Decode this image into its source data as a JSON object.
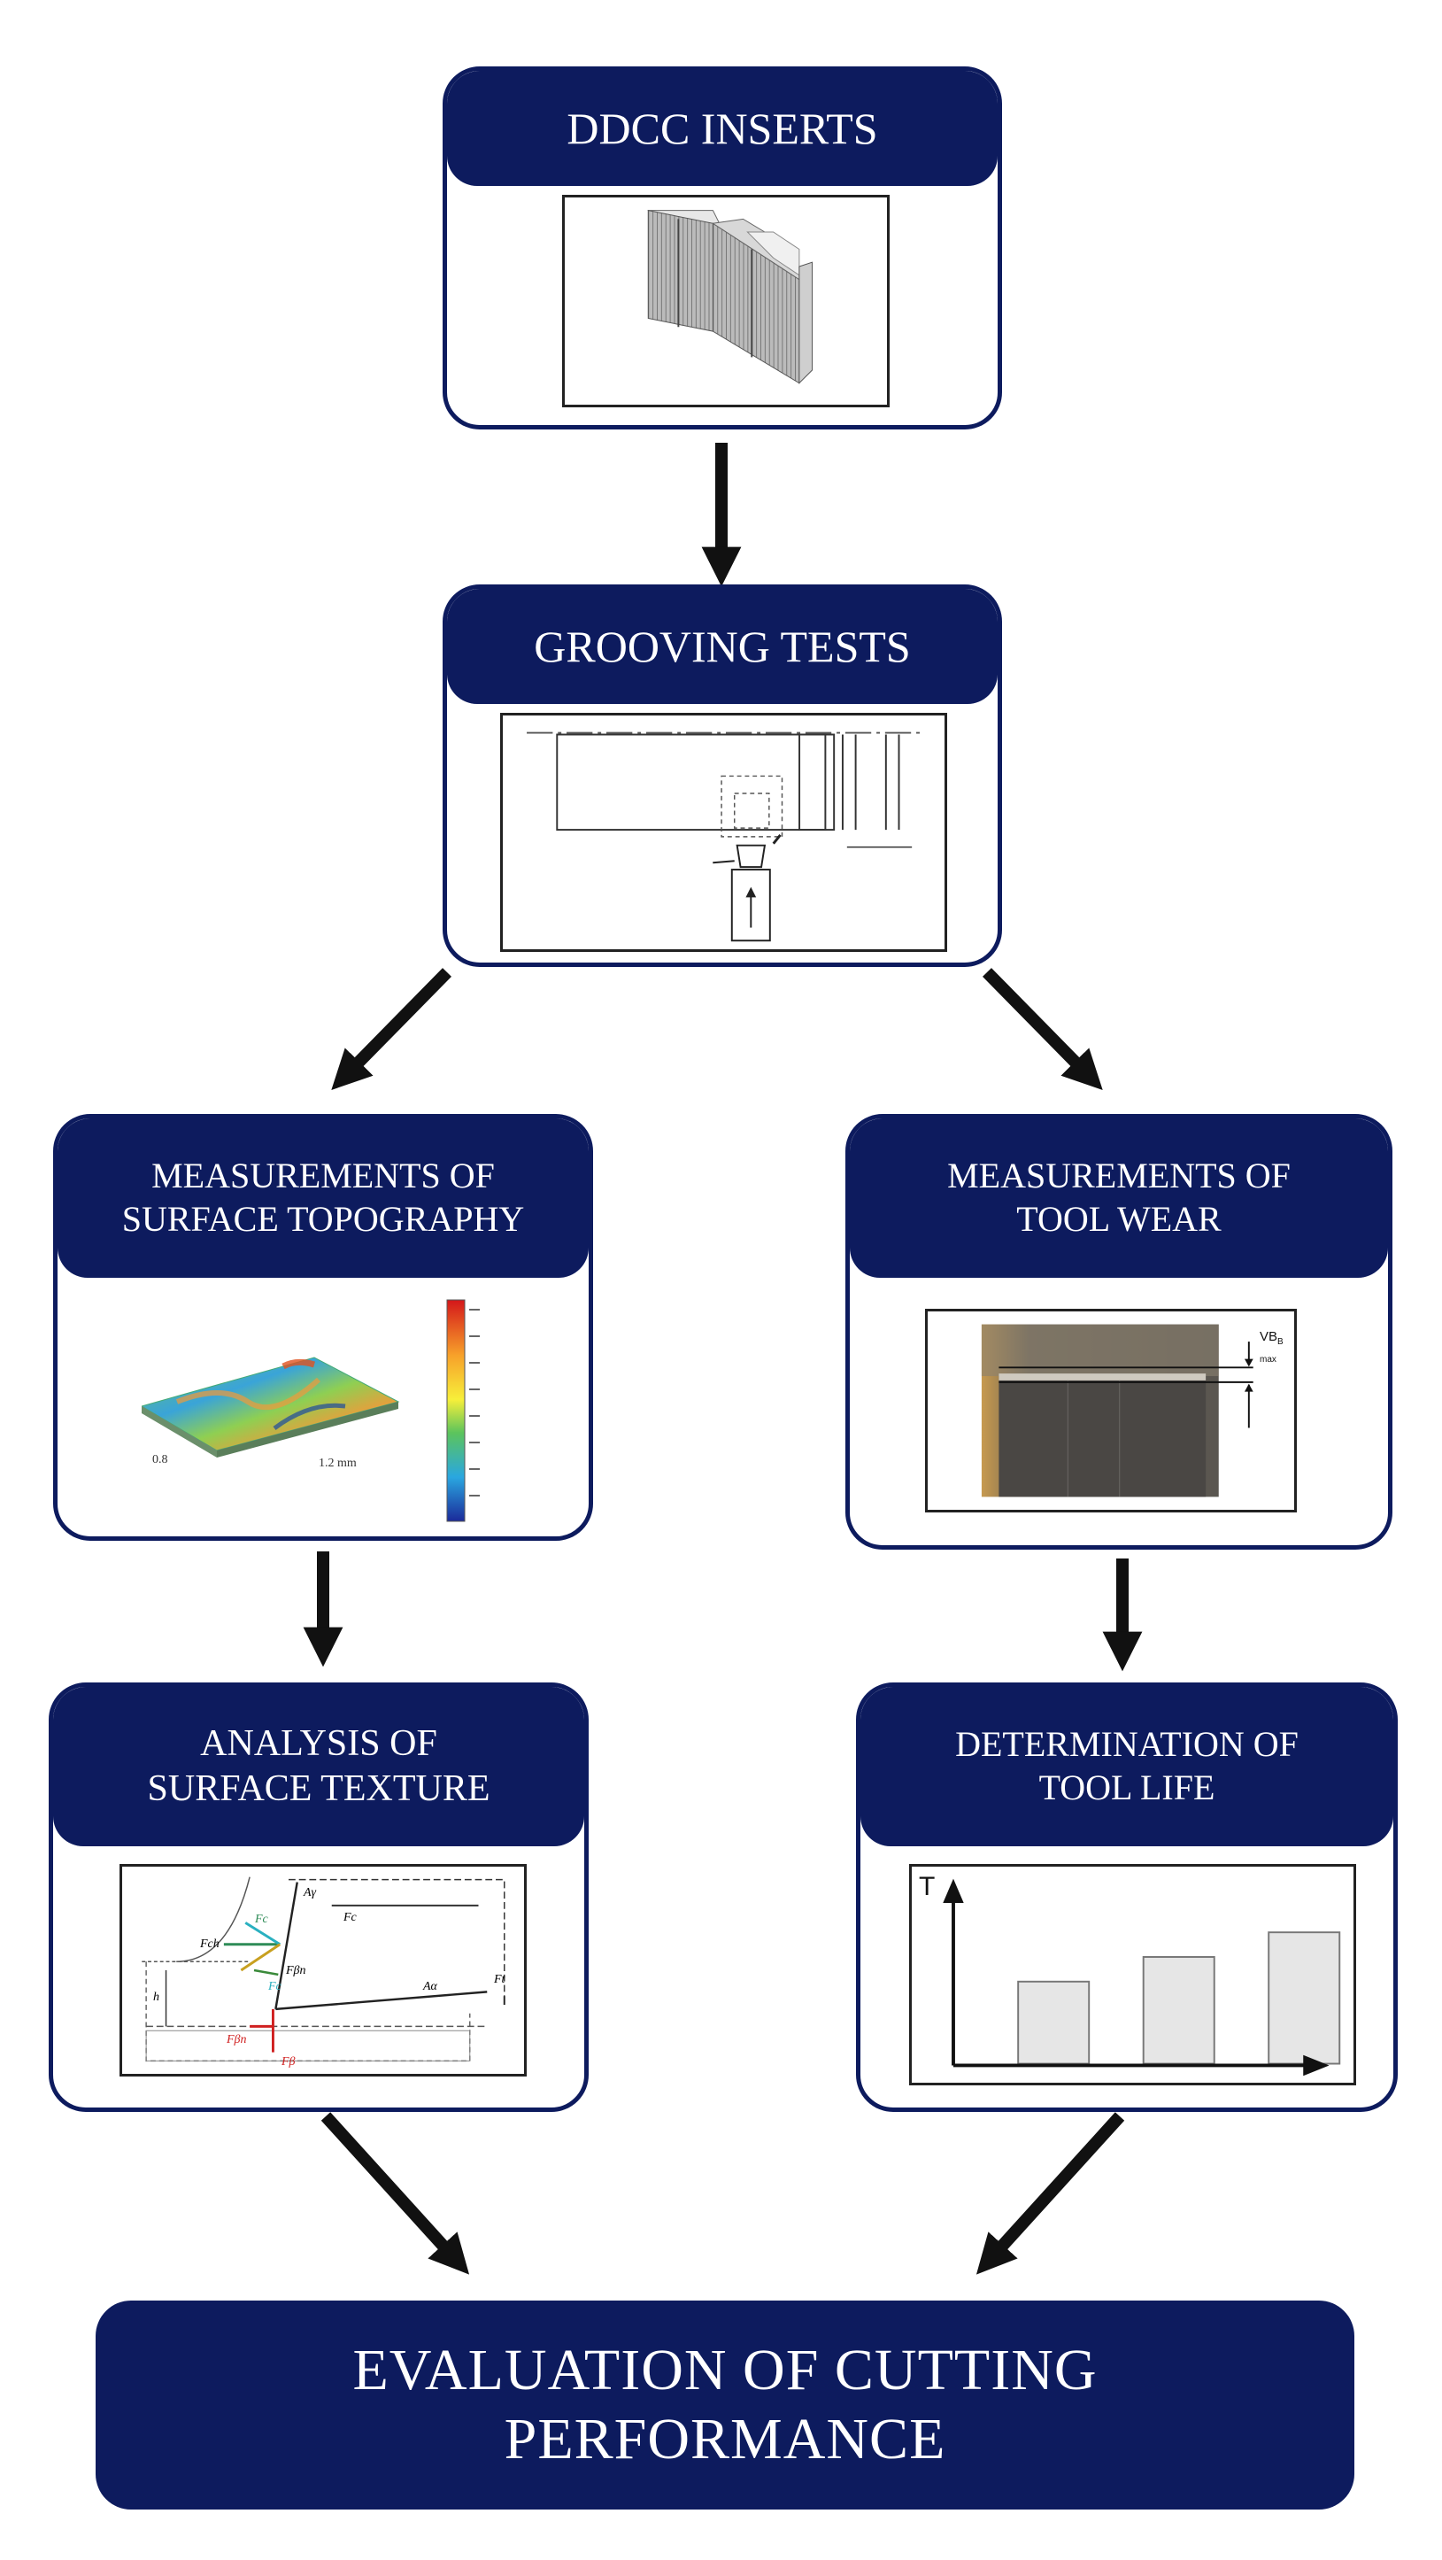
{
  "nodes": {
    "inserts": {
      "title": "DDCC INSERTS"
    },
    "grooving": {
      "title": "GROOVING TESTS"
    },
    "topography": {
      "title_line1": "MEASUREMENTS OF",
      "title_line2": "SURFACE TOPOGRAPHY"
    },
    "wear": {
      "title_line1": "MEASUREMENTS OF",
      "title_line2": "TOOL WEAR"
    },
    "texture": {
      "title_line1": "ANALYSIS OF",
      "title_line2": "SURFACE TEXTURE"
    },
    "life": {
      "title_line1": "DETERMINATION OF",
      "title_line2": "TOOL LIFE"
    },
    "evaluation": {
      "title_line1": "EVALUATION OF CUTTING",
      "title_line2": "PERFORMANCE"
    }
  },
  "figures": {
    "topography_axis_left": "0.8",
    "topography_axis_right": "1.2 mm",
    "wear_label": "VB",
    "wear_label_sub": "B max",
    "texture_labels": [
      "Aγ",
      "Fc",
      "Fch",
      "Fc",
      "Fβn",
      "Fc",
      "Aα",
      "Ft",
      "h",
      "Fβn",
      "Fβ"
    ],
    "life_axis_label": "T"
  },
  "chart_data": {
    "type": "bar",
    "categories": [
      "",
      "",
      ""
    ],
    "values": [
      1.0,
      1.3,
      1.6
    ],
    "title": "",
    "ylabel": "T",
    "xlabel": "",
    "ylim": [
      0,
      2.0
    ],
    "grid": false
  },
  "colors": {
    "navy": "#0d1b5e",
    "bar_fill": "#e6e6e6",
    "arrow": "#111111"
  }
}
